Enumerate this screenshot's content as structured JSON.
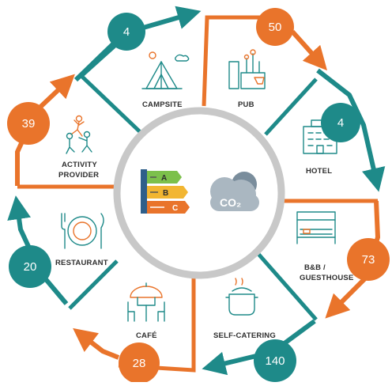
{
  "colors": {
    "teal": "#1e8a89",
    "orange": "#e9742b",
    "grey": "#c8c8c8",
    "dark": "#2e2e2e"
  },
  "segments": [
    {
      "label": "CAMPSITE",
      "count": "4",
      "color": "teal",
      "icon": "tent-icon"
    },
    {
      "label": "PUB",
      "count": "50",
      "color": "orange",
      "icon": "beer-tap-icon"
    },
    {
      "label": "HOTEL",
      "count": "4",
      "color": "teal",
      "icon": "hotel-building-icon"
    },
    {
      "label": "B&B /",
      "label2": "GUESTHOUSE",
      "count": "73",
      "color": "orange",
      "icon": "bed-icon"
    },
    {
      "label": "SELF-CATERING",
      "count": "140",
      "color": "teal",
      "icon": "cooking-pot-icon"
    },
    {
      "label": "CAFÉ",
      "count": "28",
      "color": "orange",
      "icon": "cafe-table-icon"
    },
    {
      "label": "RESTAURANT",
      "count": "20",
      "color": "teal",
      "icon": "plate-cutlery-icon"
    },
    {
      "label": "ACTIVITY",
      "label2": "PROVIDER",
      "count": "39",
      "color": "orange",
      "icon": "climbers-icon"
    }
  ],
  "center": {
    "rating": {
      "rows": [
        "A",
        "B",
        "C"
      ],
      "colors": [
        "#7cc04b",
        "#f2b632",
        "#e9742b"
      ]
    },
    "co2_label": "CO₂"
  }
}
